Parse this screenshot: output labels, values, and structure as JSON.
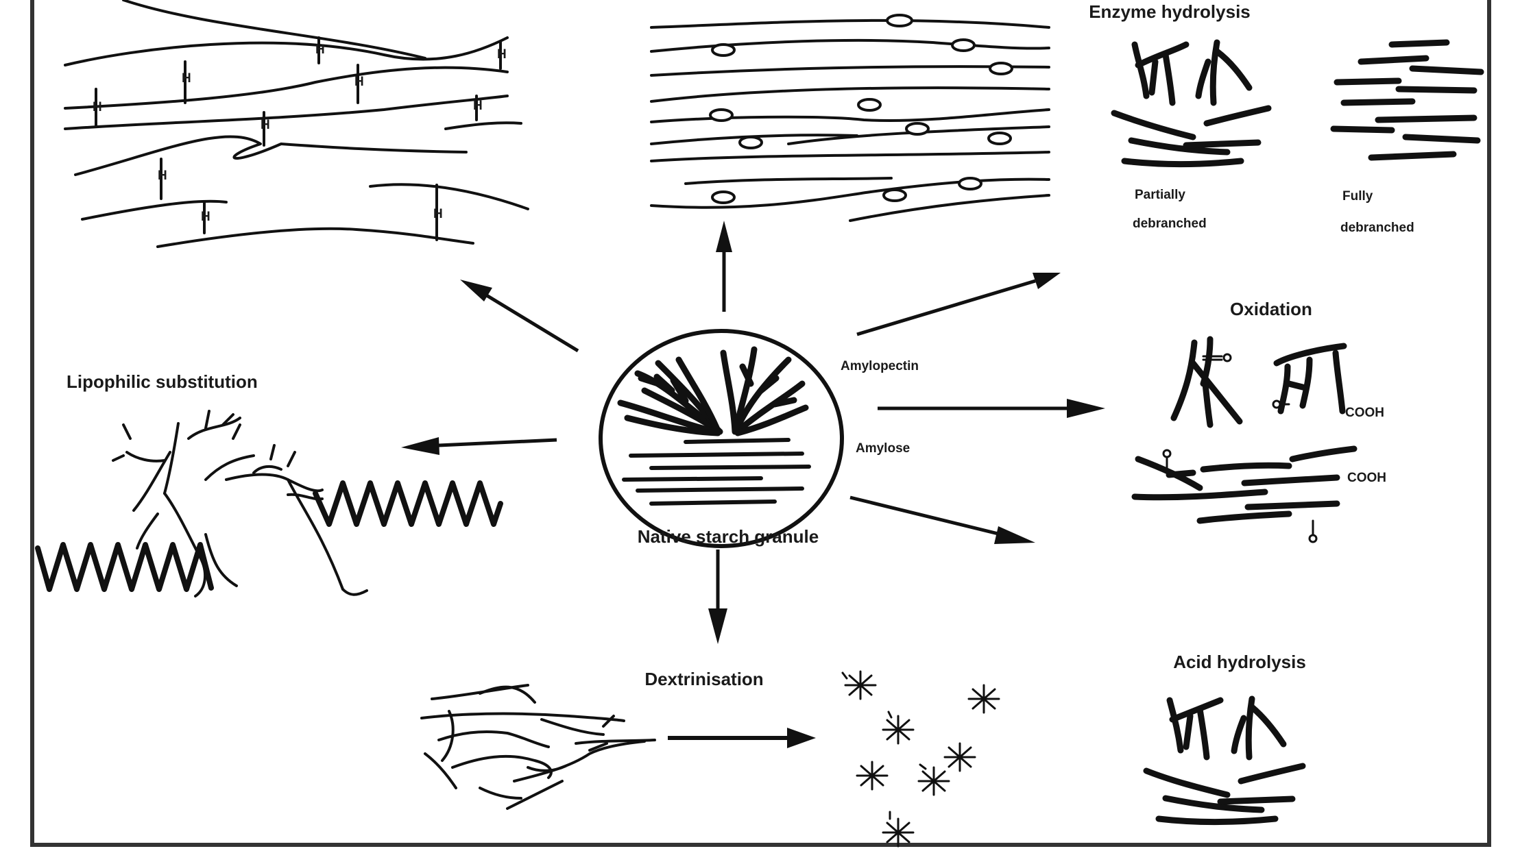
{
  "center": {
    "title": "Native starch granule",
    "amylopectin_label": "Amylopectin",
    "amylose_label": "Amylose"
  },
  "panels": {
    "enzyme": {
      "title": "Enzyme hydrolysis",
      "partial_line1": "Partially",
      "partial_line2": "debranched",
      "full_line1": "Fully",
      "full_line2": "debranched"
    },
    "oxidation": {
      "title": "Oxidation",
      "cooh": "COOH"
    },
    "lipophilic": {
      "title": "Lipophilic substitution"
    },
    "dextrinisation": {
      "title": "Dextrinisation"
    },
    "acid": {
      "title": "Acid hydrolysis"
    }
  },
  "colors": {
    "ink": "#111111",
    "border": "#333333",
    "background": "#ffffff"
  }
}
